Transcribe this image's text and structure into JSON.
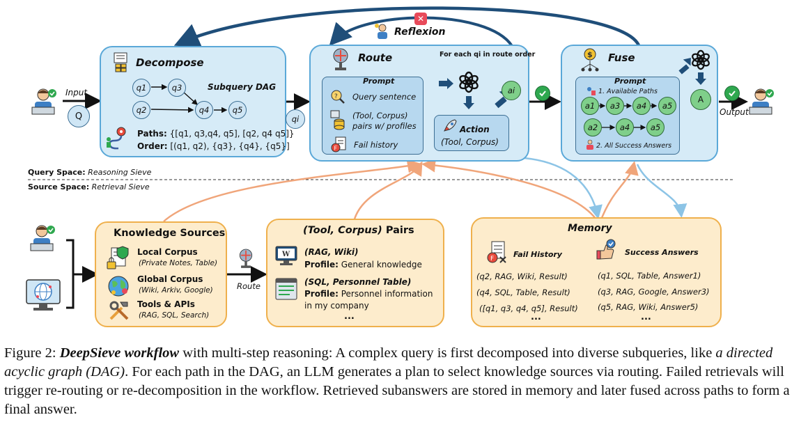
{
  "decompose": {
    "title": "Decompose",
    "dag_label": "Subquery DAG",
    "nodes": [
      "q1",
      "q3",
      "q2",
      "q4",
      "q5"
    ],
    "paths_label": "Paths:",
    "paths_value": "{[q1, q3,q4, q5], [q2, q4 q5]}",
    "order_label": "Order:",
    "order_value": "[(q1, q2), {q3}, {q4}, {q5}]"
  },
  "input": {
    "label": "Input",
    "symbol": "Q"
  },
  "qi_label": "qi",
  "reflexion": {
    "label": "Reflexion"
  },
  "route": {
    "title": "Route",
    "note": "For each qi in route order",
    "prompt_title": "Prompt",
    "items": [
      "Query sentence",
      "(Tool, Corpus)",
      "pairs w/ profiles",
      "Fail history"
    ],
    "ai_label": "ai",
    "action_title": "Action",
    "action_sub": "(Tool, Corpus)"
  },
  "fuse": {
    "title": "Fuse",
    "prompt_title": "Prompt",
    "available_paths": "1. Available Paths",
    "success_answers": "2. All Success Answers",
    "row1": [
      "a1",
      "a3",
      "a4",
      "a5"
    ],
    "row2": [
      "a2",
      "a4",
      "a5"
    ],
    "answer_symbol": "A"
  },
  "output": {
    "label": "Output"
  },
  "spaces": {
    "query_prefix": "Query Space:",
    "query_name": "Reasoning Sieve",
    "source_prefix": "Source Space:",
    "source_name": "Retrieval Sieve"
  },
  "knowledge": {
    "title": "Knowledge Sources",
    "items": [
      {
        "name": "Local Corpus",
        "desc": "(Private Notes, Table)"
      },
      {
        "name": "Global Corpus",
        "desc": "(Wiki, Arkiv, Google)"
      },
      {
        "name": "Tools & APIs",
        "desc": "(RAG, SQL, Search)"
      }
    ]
  },
  "route_label": "Route",
  "pairs": {
    "title_italic": "(Tool, Corpus)",
    "title_rest": " Pairs",
    "item1_name": "(RAG, Wiki)",
    "item1_profile_label": "Profile:",
    "item1_profile": " General knowledge",
    "item2_name": "(SQL, Personnel Table)",
    "item2_profile_label": "Profile:",
    "item2_profile_line1": " Personnel information",
    "item2_profile_line2": "in my company",
    "ellipsis": "..."
  },
  "memory": {
    "title": "Memory",
    "fail_title": "Fail History",
    "success_title": "Success Answers",
    "fail_items": [
      "(q2, RAG, Wiki, Result)",
      "(q4, SQL, Table, Result)",
      "([q1, q3, q4, q5], Result)"
    ],
    "success_items": [
      "(q1, SQL, Table, Answer1)",
      "(q3, RAG, Google, Answer3)",
      "(q5, RAG, Wiki, Answer5)"
    ],
    "ellipsis": "..."
  },
  "caption": {
    "prefix": "Figure 2: ",
    "bold_italic": "DeepSieve workflow",
    "part1": " with multi-step reasoning: A complex query is first decomposed into diverse subqueries, like ",
    "italic1": "a directed acyclic graph (DAG)",
    "part2": ". For each path in the DAG, an LLM generates a plan to select knowledge sources via routing.  Failed retrievals will trigger re-routing or re-decomposition in the workflow. Retrieved subanswers are stored in memory and later fused across paths to form a final answer."
  },
  "colors": {
    "blue_panel": "#d6ebf7",
    "blue_border": "#5aa8d8",
    "orange_panel": "#fdeccc",
    "orange_border": "#efb04c",
    "node_green": "#7fcf8a",
    "arrow_dark_blue": "#1f4e79",
    "arrow_orange": "#f0a57a",
    "arrow_light_blue": "#8cc4e6"
  }
}
